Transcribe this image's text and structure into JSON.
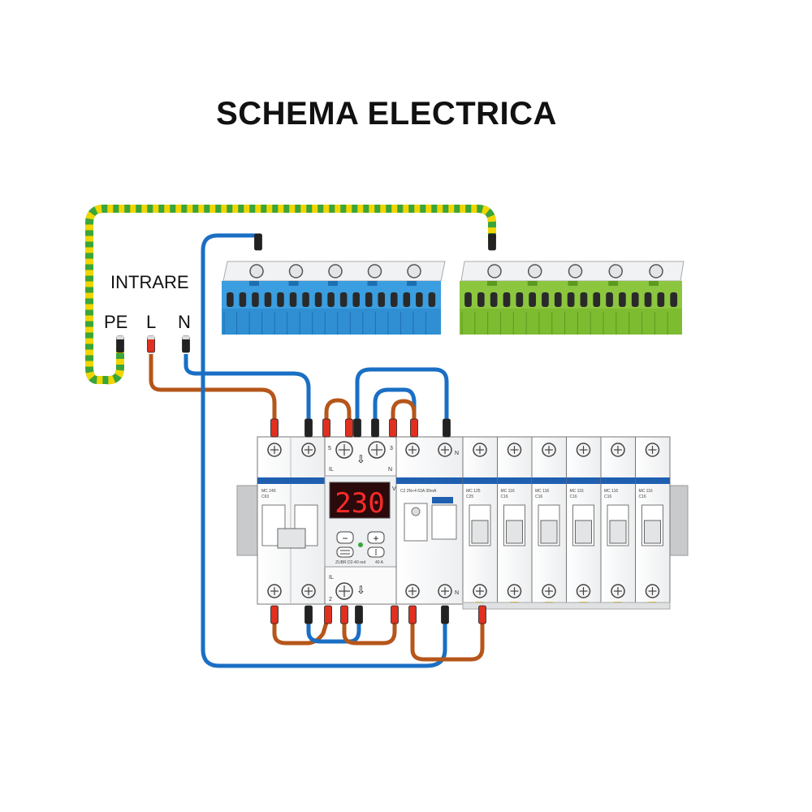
{
  "title": "SCHEMA ELECTRICA",
  "inputs": {
    "heading": "INTRARE",
    "pe": "PE",
    "l": "L",
    "n": "N"
  },
  "relay": {
    "display": "230",
    "unit": "V",
    "model": "ZUBR D2-40 red",
    "current": "40 A",
    "top_left_num": "5",
    "top_right_num": "3",
    "top_left_term": "IL",
    "top_right_term": "N",
    "bottom_term": "IL",
    "bottom_num": "2",
    "minus": "−",
    "plus": "+"
  },
  "terminal_labels": {
    "rcd_top": "N",
    "rcd_bottom": "N"
  },
  "breakers": {
    "main": [
      "MC 240",
      "C63"
    ],
    "rcd": "C2 2N+4 63A 30mA",
    "mcbs": [
      [
        "MC 125",
        "C25"
      ],
      [
        "MC 116",
        "C16"
      ],
      [
        "MC 116",
        "C16"
      ],
      [
        "MC 116",
        "C16"
      ],
      [
        "MC 116",
        "C16"
      ],
      [
        "MC 116",
        "C16"
      ]
    ]
  },
  "colors": {
    "neutral": "#1a6fc4",
    "live": "#b5561a",
    "earth_yellow": "#f2d500",
    "earth_green": "#3aa53a",
    "blue_bar": "#3a9ee0",
    "green_bar": "#8cc63f",
    "display": "#ff2a2a"
  }
}
